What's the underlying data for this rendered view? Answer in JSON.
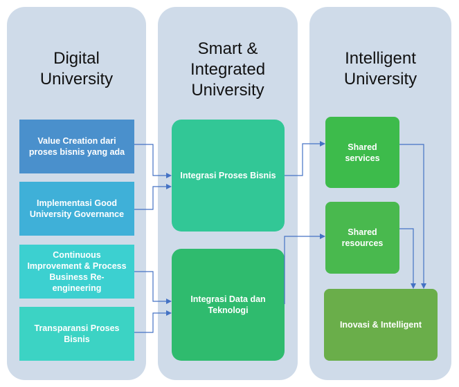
{
  "columns": [
    {
      "title_lines": [
        "Digital",
        "University"
      ]
    },
    {
      "title_lines": [
        "Smart &",
        "Integrated",
        "University"
      ]
    },
    {
      "title_lines": [
        "Intelligent",
        "University"
      ]
    }
  ],
  "left_boxes": [
    {
      "lines": [
        "Value Creation dari",
        "proses bisnis yang ada"
      ],
      "color": "#4a90cc"
    },
    {
      "lines": [
        "Implementasi Good",
        "University Governance"
      ],
      "color": "#3fb0d8"
    },
    {
      "lines": [
        "Continuous",
        "Improvement & Process",
        "Business Re-engineering"
      ],
      "color": "#3cd0d0"
    },
    {
      "lines": [
        "Transparansi Proses",
        "Bisnis"
      ],
      "color": "#3cd3c4"
    }
  ],
  "middle_boxes": [
    {
      "lines": [
        "Integrasi Proses Bisnis"
      ],
      "color": "#32c796"
    },
    {
      "lines": [
        "Integrasi Data dan",
        "Teknologi"
      ],
      "color": "#2fbb6e"
    }
  ],
  "right_boxes": [
    {
      "lines": [
        "Shared",
        "services"
      ],
      "color": "#3dbb4b"
    },
    {
      "lines": [
        "Shared",
        "resources"
      ],
      "color": "#49b94e"
    },
    {
      "lines": [
        "Inovasi & Intelligent"
      ],
      "color": "#6aae4a"
    }
  ],
  "connector_color": "#4472c4"
}
